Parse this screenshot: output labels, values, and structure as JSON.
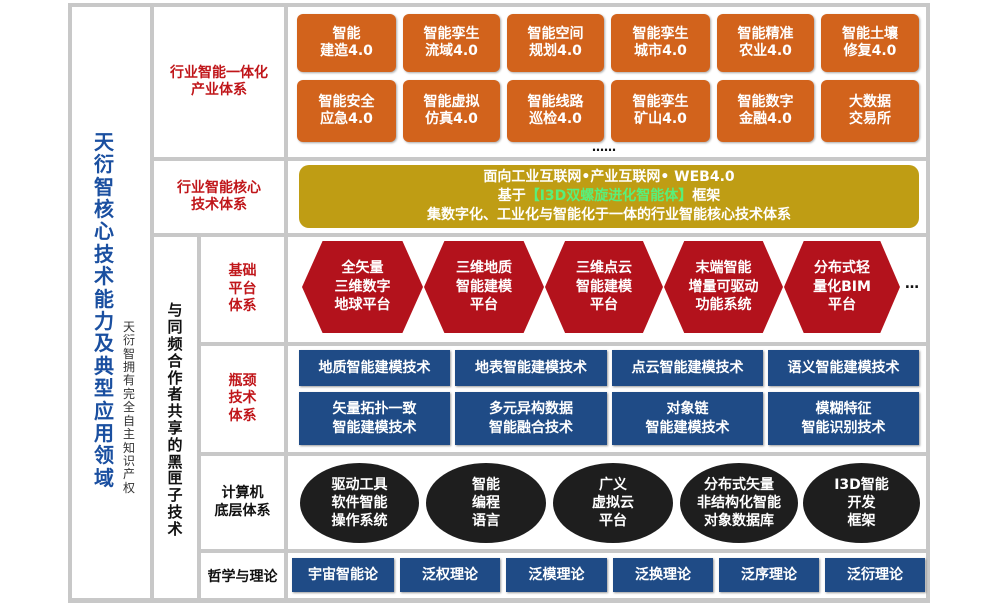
{
  "left_title": "天衍智核心技术能力及典型应用领域",
  "left_subtitle": "天衍智拥有完全自主知识产权",
  "shared_label": "与同频合作者共享的黑匣子技术",
  "sections": {
    "industry": "行业智能一体化\n产业体系",
    "core": "行业智能核心\n技术体系",
    "base": "基础\n平台\n体系",
    "bottleneck": "瓶颈\n技术\n体系",
    "computer": "计算机\n底层体系",
    "philosophy": "哲学与理论"
  },
  "industry_apps": [
    "智能\n建造4.0",
    "智能孪生\n流域4.0",
    "智能空间\n规划4.0",
    "智能孪生\n城市4.0",
    "智能精准\n农业4.0",
    "智能土壤\n修复4.0",
    "智能安全\n应急4.0",
    "智能虚拟\n仿真4.0",
    "智能线路\n巡检4.0",
    "智能孪生\n矿山4.0",
    "智能数字\n金融4.0",
    "大数据\n交易所"
  ],
  "industry_more": "……",
  "core_box": {
    "line1": "面向工业互联网•产业互联网• WEB4.0",
    "line2_prefix": "基于",
    "line2_highlight": "【I3D双螺旋进化智能体】",
    "line2_suffix": "框架",
    "line3": "集数字化、工业化与智能化于一体的行业智能核心技术体系"
  },
  "base_platforms": [
    "全矢量\n三维数字\n地球平台",
    "三维地质\n智能建模\n平台",
    "三维点云\n智能建模\n平台",
    "末端智能\n增量可驱动\n功能系统",
    "分布式轻\n量化BIM\n平台"
  ],
  "base_more": "…",
  "bottleneck_tech": [
    "地质智能建模技术",
    "地表智能建模技术",
    "点云智能建模技术",
    "语义智能建模技术",
    "矢量拓扑一致\n智能建模技术",
    "多元异构数据\n智能融合技术",
    "对象链\n智能建模技术",
    "模糊特征\n智能识别技术"
  ],
  "computer_tech": [
    "驱动工具\n软件智能\n操作系统",
    "智能\n编程\n语言",
    "广义\n虚拟云\n平台",
    "分布式矢量\n非结构化智能\n对象数据库",
    "I3D智能\n开发\n框架"
  ],
  "theories": [
    "宇宙智能论",
    "泛权理论",
    "泛模理论",
    "泛换理论",
    "泛序理论",
    "泛衍理论"
  ],
  "colors": {
    "orange": "#d2631c",
    "gold": "#bf9d14",
    "hex_red": "#b3121c",
    "blue": "#1f4b86",
    "black": "#1e1e1e",
    "title_blue": "#1a4fa0",
    "section_red": "#c0161a",
    "highlight_green": "#58f07a"
  }
}
